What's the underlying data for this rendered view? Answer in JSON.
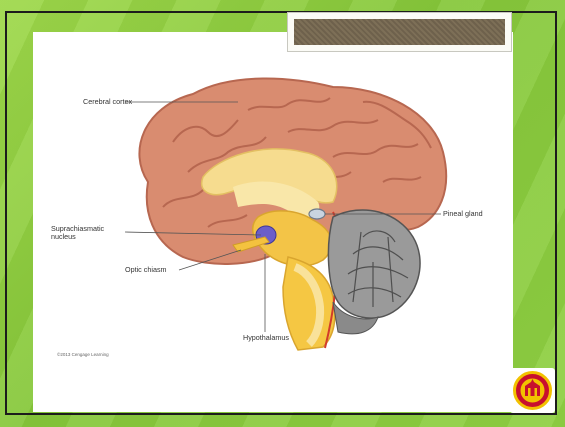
{
  "slide": {
    "title": "",
    "background_color": "#8cce41"
  },
  "diagram": {
    "labels": {
      "cerebral_cortex": "Cerebral cortex",
      "suprachiasmatic": "Suprachiasmatic\nnucleus",
      "optic_chiasm": "Optic chiasm",
      "hypothalamus": "Hypothalamus",
      "pineal_gland": "Pineal gland"
    },
    "copyright": "©2013 Cengage Learning"
  },
  "logo": {
    "icon": "university-seal-icon",
    "colors": [
      "#c8102e",
      "#f2c200"
    ]
  }
}
